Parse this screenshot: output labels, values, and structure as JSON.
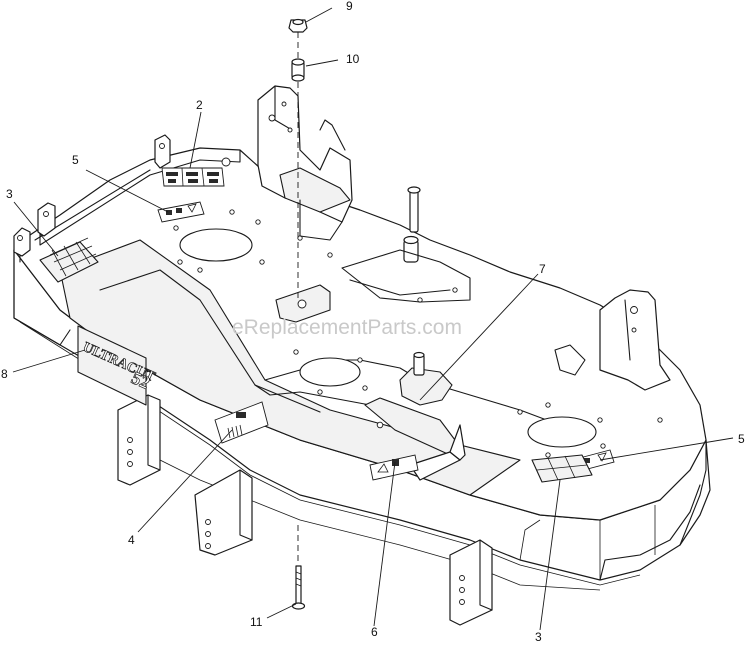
{
  "watermark": "eReplacementParts.com",
  "logo": {
    "text": "ULTRACUT",
    "size": "52"
  },
  "callouts": [
    {
      "id": "c9",
      "label": "9"
    },
    {
      "id": "c10",
      "label": "10"
    },
    {
      "id": "c2",
      "label": "2"
    },
    {
      "id": "c5a",
      "label": "5"
    },
    {
      "id": "c3a",
      "label": "3"
    },
    {
      "id": "c7",
      "label": "7"
    },
    {
      "id": "c8",
      "label": "8"
    },
    {
      "id": "c5b",
      "label": "5"
    },
    {
      "id": "c4",
      "label": "4"
    },
    {
      "id": "c6",
      "label": "6"
    },
    {
      "id": "c11",
      "label": "11"
    },
    {
      "id": "c3b",
      "label": "3"
    }
  ]
}
